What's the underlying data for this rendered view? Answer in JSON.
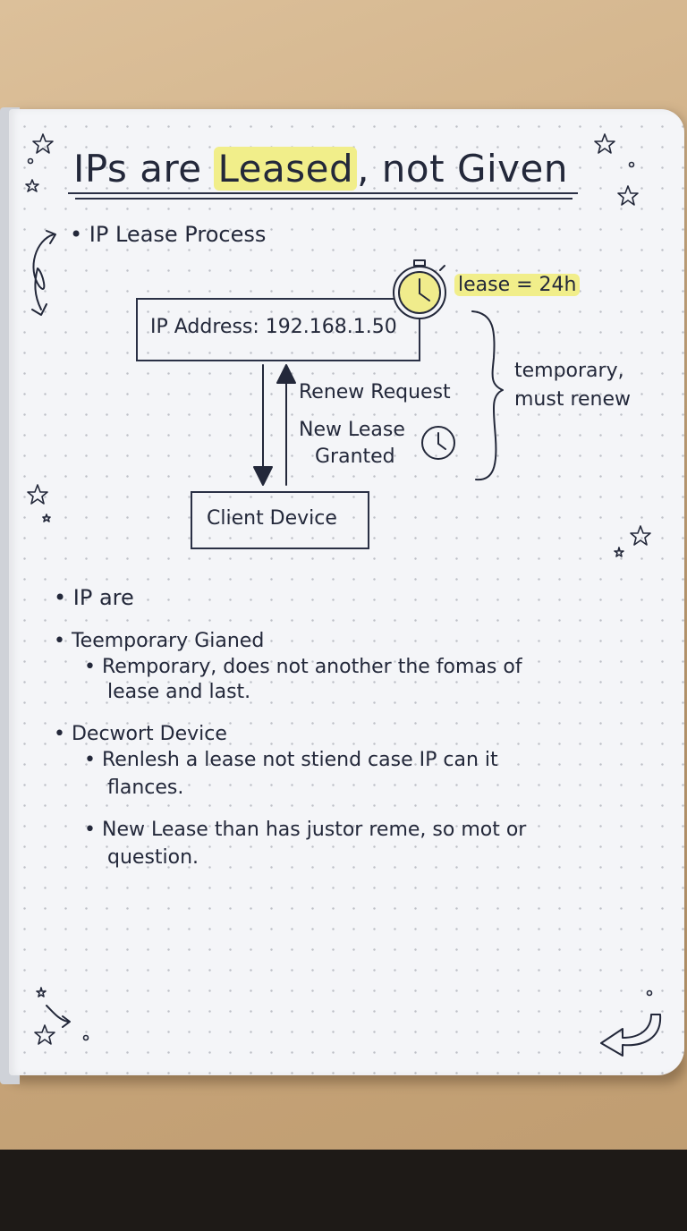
{
  "title": {
    "before": "IPs are ",
    "highlight": "Leased",
    "after": ", not Given"
  },
  "section_heading": "IP Lease Process",
  "diagram": {
    "ip_box_label": "IP Address: 192.168.1.50",
    "lease_tag": "lease = 24h",
    "renew_request": "Renew Request",
    "new_lease_line1": "New Lease",
    "new_lease_line2": "Granted",
    "client_box_label": "Client Device",
    "brace_note_line1": "temporary,",
    "brace_note_line2": "must renew"
  },
  "notes": {
    "b1": "IP are",
    "b2": "Teemporary Gianed",
    "b2_sub_l1": "Remporary, does not another the fomas of",
    "b2_sub_l2": "lease and last.",
    "b3": "Decwort Device",
    "b3_sub1_l1": "Renlesh a lease not stiend case IP can it",
    "b3_sub1_l2": "flances.",
    "b3_sub2_l1": "New Lease than has justor reme, so mot or",
    "b3_sub2_l2": "question."
  },
  "colors": {
    "ink": "#23283a",
    "highlight": "#f1ee8a",
    "paper": "#f4f5f8",
    "desk": "#d2b48c"
  },
  "icons": [
    "stopwatch-icon",
    "clock-icon",
    "star-icon",
    "spiral-arrow-icon",
    "curved-arrow-icon",
    "brace-icon",
    "arrow-down-icon",
    "arrow-up-icon"
  ]
}
